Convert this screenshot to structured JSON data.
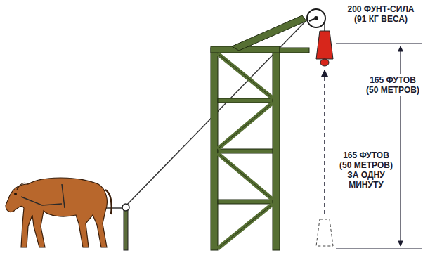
{
  "diagram": {
    "labels": [
      "200 ФУНТ-СИЛА (91 КГ ВЕСА)",
      "165 ФУТОВ (50 МЕТРОВ)",
      "165 ФУТОВ (50 МЕТРОВ) ЗА ОДНУ МИНУТУ"
    ]
  }
}
